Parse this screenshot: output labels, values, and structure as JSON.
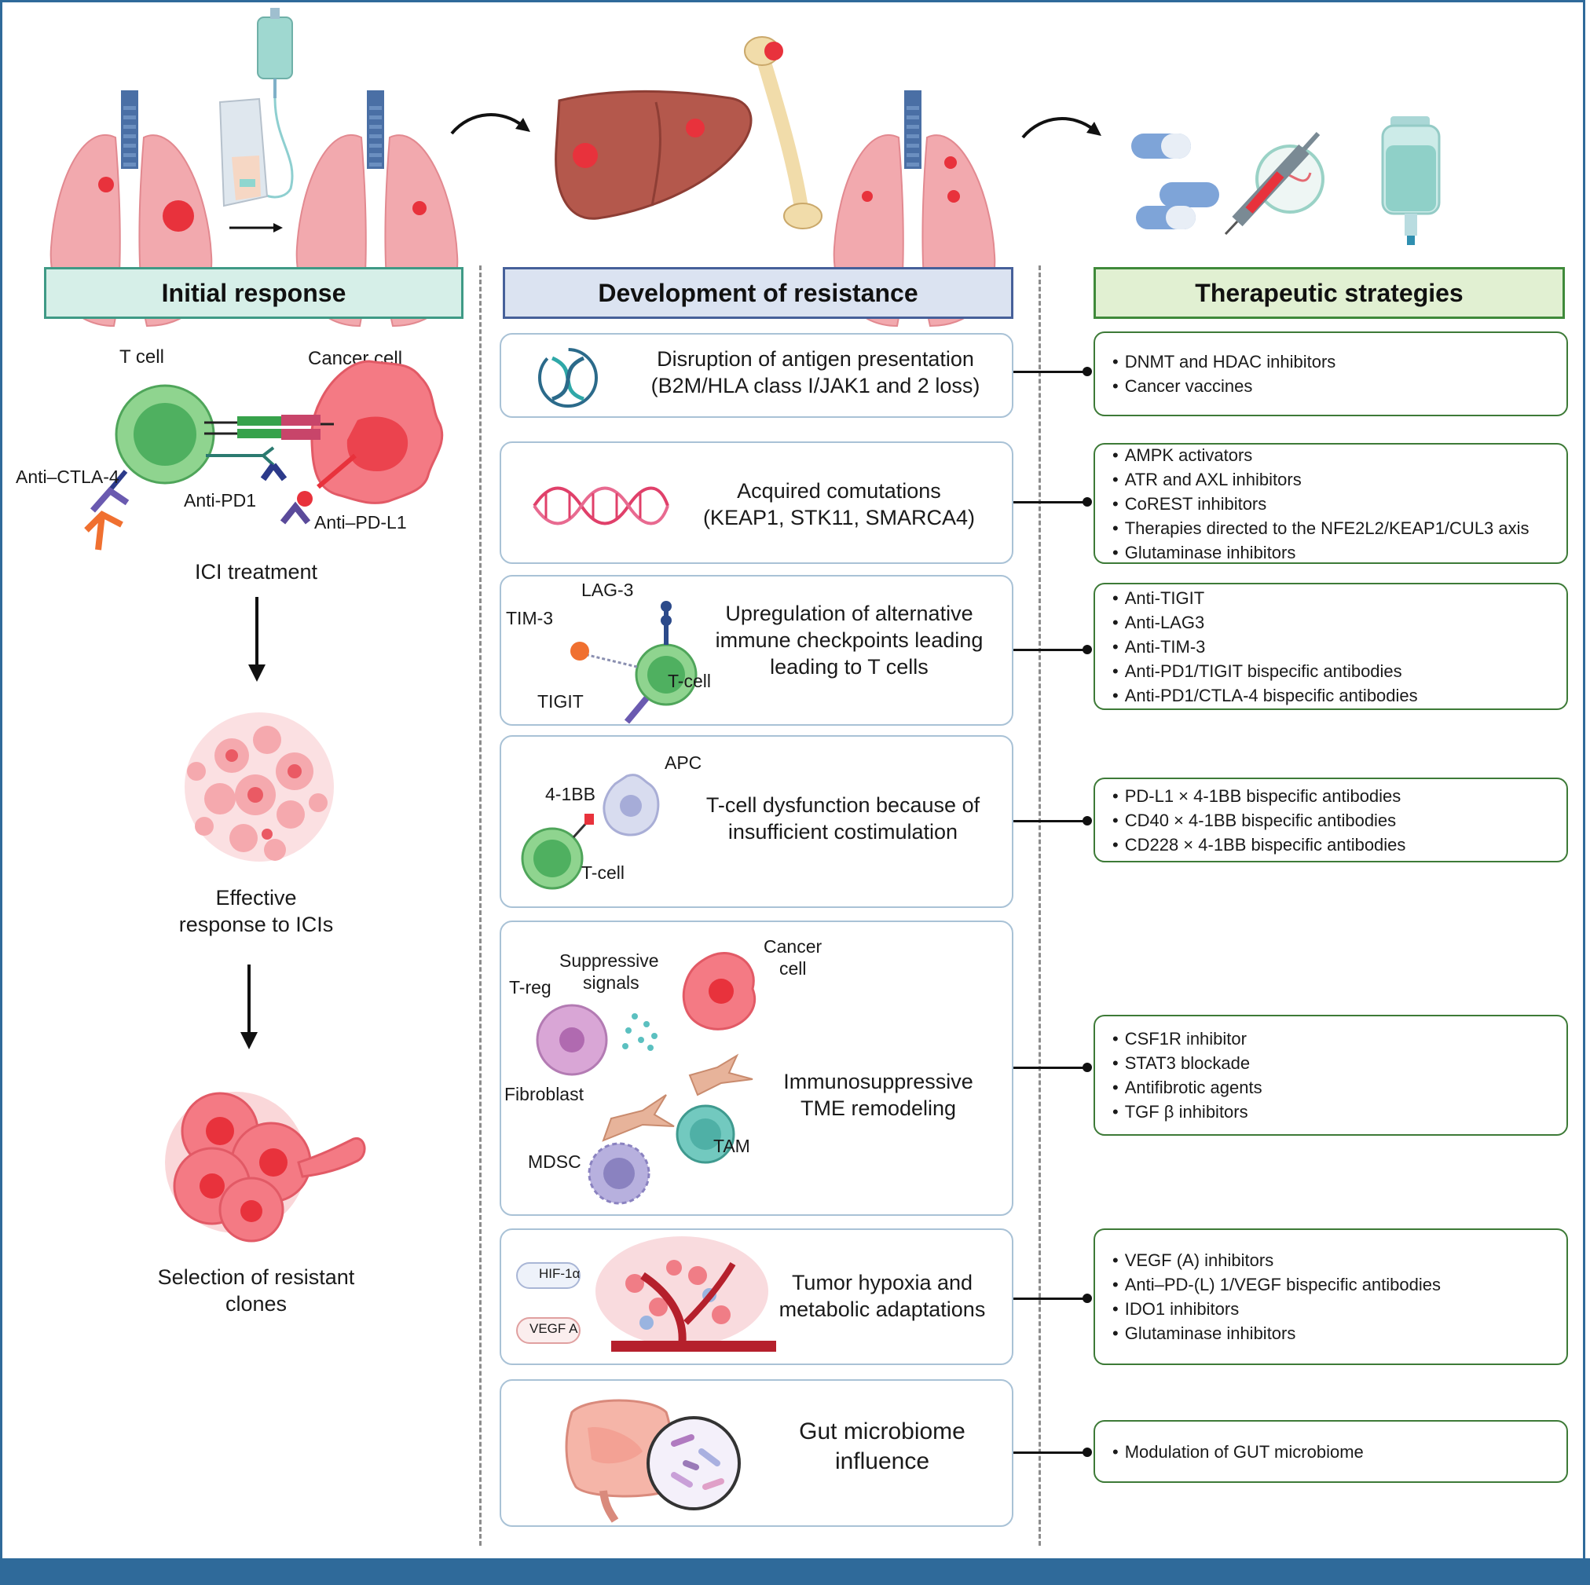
{
  "headers": {
    "initial": "Initial response",
    "resistance": "Development of resistance",
    "therapy": "Therapeutic strategies"
  },
  "initial_response": {
    "t_cell": "T cell",
    "cancer_cell": "Cancer cell",
    "anti_ctla4": "Anti–CTLA-4",
    "anti_pd1": "Anti-PD1",
    "anti_pdl1": "Anti–PD-L1",
    "ici_treatment": "ICI treatment",
    "effective_line1": "Effective",
    "effective_line2": "response to ICIs",
    "selection_line1": "Selection of resistant",
    "selection_line2": "clones"
  },
  "mechanisms": [
    {
      "lines": [
        "Disruption of antigen presentation",
        "(B2M/HLA class I/JAK1 and 2 loss)"
      ]
    },
    {
      "lines": [
        "Acquired comutations",
        "(KEAP1, STK11, SMARCA4)"
      ]
    },
    {
      "lines": [
        "Upregulation of alternative",
        "immune checkpoints leading",
        "leading to T cells"
      ],
      "labels": {
        "lag3": "LAG-3",
        "tim3": "TIM-3",
        "tigit": "TIGIT",
        "tcell": "T-cell"
      }
    },
    {
      "lines": [
        "T-cell dysfunction because of",
        "insufficient costimulation"
      ],
      "labels": {
        "apc": "APC",
        "b41bb": "4-1BB",
        "tcell": "T-cell"
      }
    },
    {
      "lines": [
        "Immunosuppressive",
        "TME remodeling"
      ],
      "labels": {
        "suppressive1": "Suppressive",
        "suppressive2": "signals",
        "cancer1": "Cancer",
        "cancer2": "cell",
        "treg": "T-reg",
        "fibroblast": "Fibroblast",
        "tam": "TAM",
        "mdsc": "MDSC"
      }
    },
    {
      "lines": [
        "Tumor hypoxia and",
        "metabolic adaptations"
      ],
      "labels": {
        "hif": "HIF-1α",
        "vegf": "VEGF A"
      }
    },
    {
      "lines": [
        "Gut microbiome",
        "influence"
      ]
    }
  ],
  "strategies": [
    [
      "DNMT and HDAC inhibitors",
      "Cancer vaccines"
    ],
    [
      "AMPK activators",
      "ATR and AXL inhibitors",
      "CoREST inhibitors",
      "Therapies directed to the NFE2L2/KEAP1/CUL3 axis",
      "Glutaminase inhibitors"
    ],
    [
      "Anti-TIGIT",
      "Anti-LAG3",
      "Anti-TIM-3",
      "Anti-PD1/TIGIT bispecific antibodies",
      "Anti-PD1/CTLA-4 bispecific antibodies"
    ],
    [
      "PD-L1 × 4-1BB bispecific antibodies",
      "CD40 × 4-1BB bispecific antibodies",
      "CD228 × 4-1BB bispecific antibodies"
    ],
    [
      "CSF1R inhibitor",
      "STAT3 blockade",
      "Antifibrotic agents",
      "TGF β inhibitors"
    ],
    [
      "VEGF (A) inhibitors",
      "Anti–PD-(L) 1/VEGF bispecific antibodies",
      "IDO1 inhibitors",
      "Glutaminase inhibitors"
    ],
    [
      "Modulation of GUT microbiome"
    ]
  ],
  "colors": {
    "frame": "#2f6a9a",
    "initial_header_bg": "#d6efe8",
    "resistance_header_bg": "#dbe3f1",
    "therapy_header_bg": "#e1f0d2",
    "lung": "#f2a9ae",
    "tumor": "#e8323c",
    "liver": "#b4584c",
    "t_cell": "#6fc47a",
    "cancer_cell": "#f47a84"
  }
}
